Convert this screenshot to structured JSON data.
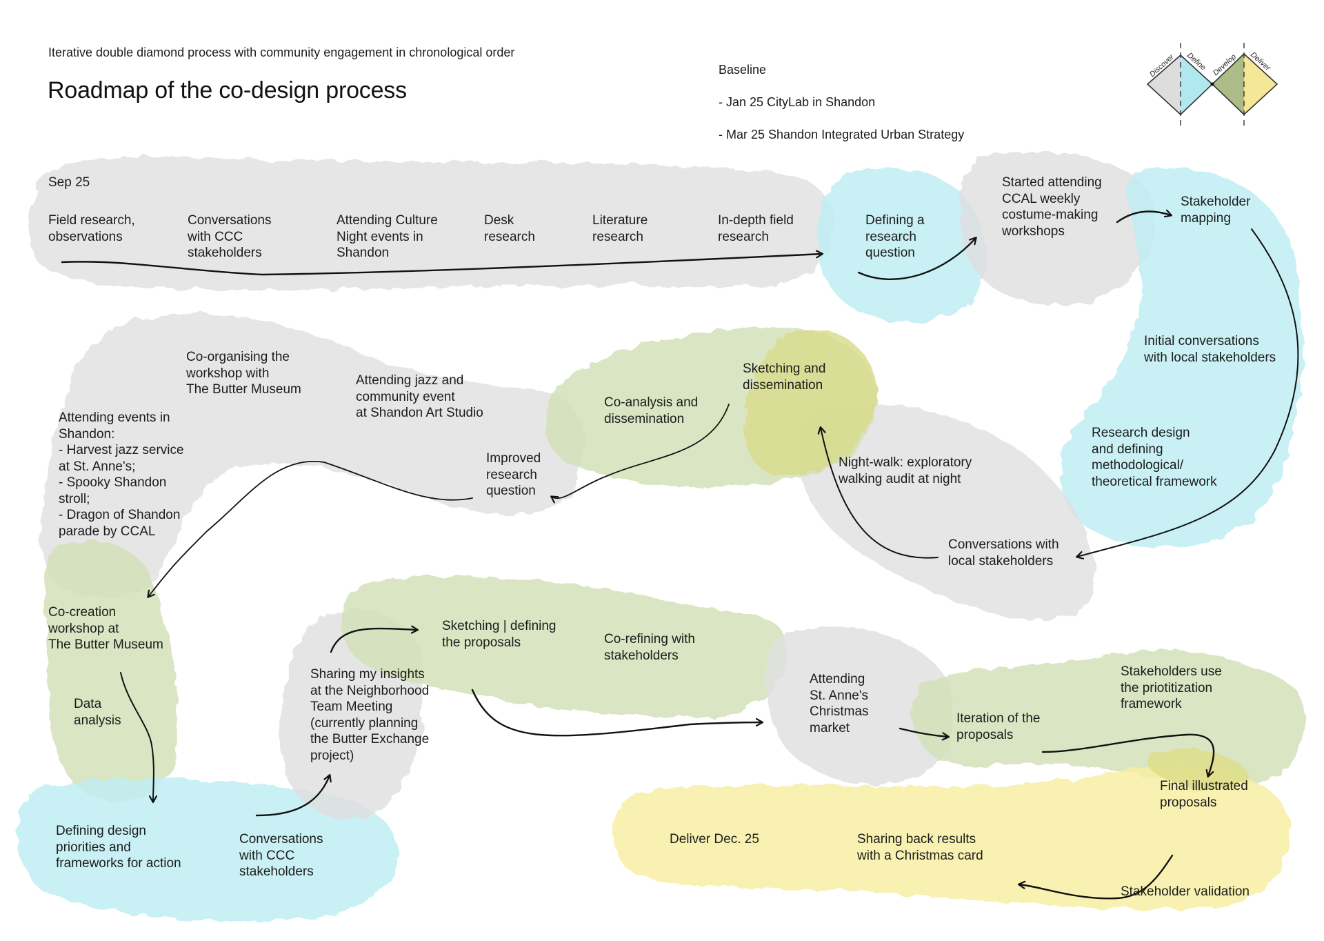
{
  "header": {
    "subtitle": "Iterative double diamond process with community engagement in chronological order",
    "title": "Roadmap of the co-design process"
  },
  "baseline": {
    "heading": "Baseline",
    "items": [
      "- Jan 25 CityLab in Shandon",
      "- Mar 25 Shandon Integrated Urban Strategy"
    ]
  },
  "legend": {
    "phases": [
      {
        "label": "Discover",
        "color": "#d9d9d9"
      },
      {
        "label": "Define",
        "color": "#a8e6ee"
      },
      {
        "label": "Develop",
        "color": "#a3b47a"
      },
      {
        "label": "Deliver",
        "color": "#f3e48a"
      }
    ]
  },
  "colors": {
    "discover": "#dedede",
    "define": "#bfedf2",
    "develop": "#d3e0b8",
    "develop_dark": "#c9d69f",
    "deliver": "#f7eea3",
    "deliver_green": "#d8db8a",
    "arrow": "#111111"
  },
  "roadmap": {
    "start_label": "Sep 25",
    "end_label": "Deliver Dec. 25",
    "steps": [
      {
        "text": "Field research,\nobservations",
        "phase": "discover"
      },
      {
        "text": "Conversations\nwith CCC\nstakeholders",
        "phase": "discover"
      },
      {
        "text": "Attending Culture\nNight events in\nShandon",
        "phase": "discover"
      },
      {
        "text": "Desk\nresearch",
        "phase": "discover"
      },
      {
        "text": "Literature\nresearch",
        "phase": "discover"
      },
      {
        "text": "In-depth field\nresearch",
        "phase": "discover"
      },
      {
        "text": "Defining a\nresearch\nquestion",
        "phase": "define"
      },
      {
        "text": "Started attending\nCCAL weekly\ncostume-making\nworkshops",
        "phase": "discover"
      },
      {
        "text": "Stakeholder\nmapping",
        "phase": "define"
      },
      {
        "text": "Initial conversations\nwith local stakeholders",
        "phase": "define"
      },
      {
        "text": "Research design\nand defining\nmethodological/\ntheoretical framework",
        "phase": "define"
      },
      {
        "text": "Conversations with\nlocal stakeholders",
        "phase": "discover"
      },
      {
        "text": "Night-walk: exploratory\nwalking audit at night",
        "phase": "discover"
      },
      {
        "text": "Sketching and\ndissemination",
        "phase": "develop"
      },
      {
        "text": "Co-analysis and\ndissemination",
        "phase": "develop"
      },
      {
        "text": "Improved\nresearch\nquestion",
        "phase": "discover"
      },
      {
        "text": "Attending jazz and\ncommunity event\nat Shandon Art Studio",
        "phase": "discover"
      },
      {
        "text": "Co-organising the\nworkshop with\nThe Butter Museum",
        "phase": "discover"
      },
      {
        "text": "Attending events in\nShandon:\n- Harvest jazz service\nat St. Anne's;\n- Spooky Shandon\nstroll;\n- Dragon of Shandon\nparade by CCAL",
        "phase": "discover"
      },
      {
        "text": "Co-creation\nworkshop at\nThe Butter Museum",
        "phase": "develop"
      },
      {
        "text": "Data\nanalysis",
        "phase": "develop"
      },
      {
        "text": "Defining design\npriorities and\nframeworks for action",
        "phase": "define"
      },
      {
        "text": "Conversations\nwith CCC\nstakeholders",
        "phase": "define"
      },
      {
        "text": "Sharing my insights\nat the Neighborhood\nTeam Meeting\n(currently planning\nthe Butter Exchange\nproject)",
        "phase": "discover"
      },
      {
        "text": "Sketching | defining\nthe proposals",
        "phase": "develop"
      },
      {
        "text": "Co-refining with\nstakeholders",
        "phase": "develop"
      },
      {
        "text": "Attending\nSt. Anne's\nChristmas\nmarket",
        "phase": "discover"
      },
      {
        "text": "Iteration of the\nproposals",
        "phase": "develop"
      },
      {
        "text": "Stakeholders use\nthe priotitization\nframework",
        "phase": "develop"
      },
      {
        "text": "Final illustrated\nproposals",
        "phase": "deliver"
      },
      {
        "text": "Stakeholder validation",
        "phase": "deliver"
      },
      {
        "text": "Sharing back results\nwith a Christmas card",
        "phase": "deliver"
      }
    ]
  }
}
